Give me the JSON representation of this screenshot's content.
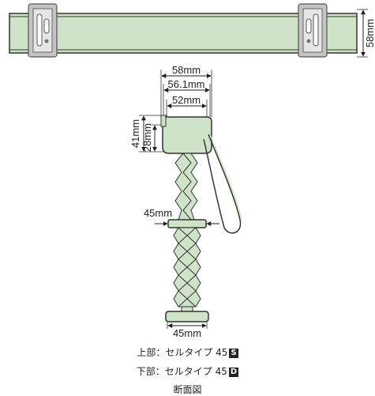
{
  "dimensions": {
    "rail_height": "58mm",
    "top_overall_width": "58mm",
    "top_width_mid": "56.1mm",
    "top_width_inner": "52mm",
    "top_total_height": "41mm",
    "top_rail_height": "28mm",
    "mid_rail_width": "45mm",
    "bottom_rail_width": "45mm"
  },
  "captions": {
    "upper_label": "上部：セルタイプ 45",
    "upper_badge": "S",
    "lower_label": "下部：セルタイプ 45",
    "lower_badge": "D",
    "title": "断面図"
  },
  "colors": {
    "rail_fill": "#cfe3c8",
    "outline": "#333333",
    "bracket": "#9a9a9a"
  }
}
